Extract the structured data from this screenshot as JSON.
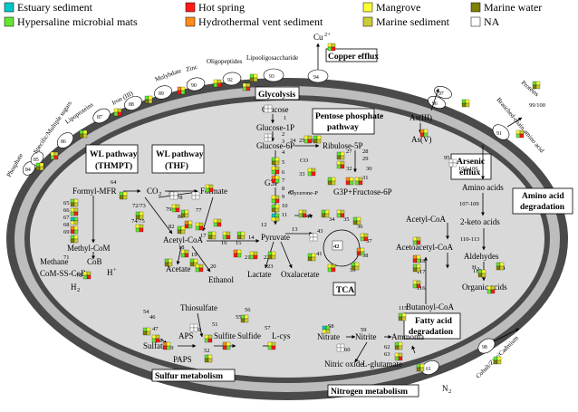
{
  "legend": [
    {
      "label": "Estuary sediment",
      "color": "#00c8c8"
    },
    {
      "label": "Hot spring",
      "color": "#ff1a1a"
    },
    {
      "label": "Mangrove",
      "color": "#ffff33"
    },
    {
      "label": "Marine water",
      "color": "#808000"
    },
    {
      "label": "Hypersaline microbial mats",
      "color": "#66e633"
    },
    {
      "label": "Hydrothermal vent sediment",
      "color": "#ff8c1a"
    },
    {
      "label": "Marine sediment",
      "color": "#cccc33"
    },
    {
      "label": "NA",
      "color": "#ffffff"
    }
  ],
  "pathways": {
    "wl_thmpt": "WL pathway\n(THMPT)",
    "wl_thf": "WL pathway\n(THF)",
    "glycolysis": "Glycolysis",
    "pentose": "Pentose phosphate\npathway",
    "arsenic": "Arsenic\nefflux",
    "amino": "Amino acid\ndegradation",
    "copper": "Copper efflux",
    "tca": "TCA",
    "fatty": "Fatty acid\ndegradation",
    "sulfur": "Sulfur metabolism",
    "nitrogen": "Nitrogen metabolism"
  },
  "compounds": {
    "glucose": "Glucose",
    "glucose1p": "Glucose-1P",
    "glucose6p": "Glucose-6P",
    "ribulose5p": "Ribulose-5P",
    "g3p": "G3P",
    "glycerone": "Glycerone-P",
    "g3pfru": "G3P+Fructose-6P",
    "pyruvate": "Pyruvate",
    "lactate": "Lactate",
    "oxaloacetate": "Oxalacetate",
    "formylmfr": "Formyl-MFR",
    "co2": "CO",
    "co2_sub": "2",
    "formate": "Formate",
    "acetylcoa": "Acetyl-CoA",
    "acetate": "Acetate",
    "ethanol": "Ethanol",
    "methylcom": "Methyl-CoM",
    "methane": "Methane",
    "cob": "CoB",
    "comsscob": "CoM-SS-CoB",
    "h2": "H",
    "h2_sub": "2",
    "hplus": "H",
    "hplus_sup": "+",
    "asiii": "As(III)",
    "asv": "As(V)",
    "aminoacids": "Amino acids",
    "ketoacids": "2-keto acids",
    "acetylcoa2": "Acetyl-CoA",
    "acetoacetyl": "Acetoacetyl-CoA",
    "aldehydes": "Aldehydes",
    "organic": "Organic acids",
    "butanoyl": "Butanoyl-CoA",
    "thiosulfate": "Thiosulfate",
    "sulfate": "Sulfate",
    "aps": "APS",
    "paps": "PAPS",
    "sulfite": "Sulfite",
    "sulfide": "Sulfide",
    "lcys": "L-cys",
    "nitrate": "Nitrate",
    "nitrite": "Nitrite",
    "ammonia": "Ammonia",
    "nitricoxide": "Nitric oxide",
    "lglutamate": "L-glutamate",
    "n2": "N",
    "n2_sub": "2",
    "cu": "Cu",
    "cu_sup": "2+",
    "co": "CO",
    "h2b": "H",
    "h2b_sub": "2"
  },
  "transporters": {
    "phosphate": "Phosphate",
    "specific": "Specific/Multiple\nsugars",
    "lipoproteins": "Lipoproteins",
    "iron": "Iron (III)",
    "molybdate": "Molybdate",
    "zinc": "Zinc",
    "oligopeptides": "Oligopeptides",
    "lipo": "Lipooligosaccharide",
    "proteins": "Proteins",
    "branched": "Branched-chain\namino acid",
    "cobalt": "Cobalt/Zinc/Cadmium"
  },
  "ovals": [
    "84",
    "85",
    "86",
    "87",
    "88",
    "89",
    "90",
    "92",
    "93",
    "94",
    "96",
    "97",
    "91",
    "98",
    "61"
  ],
  "range_labels": [
    "101-106",
    "107-109",
    "110-113",
    "99/100"
  ],
  "step_numbers": [
    "1",
    "2",
    "3",
    "4",
    "5",
    "6",
    "7",
    "8",
    "9",
    "10",
    "11",
    "12",
    "13",
    "14",
    "15",
    "16",
    "17",
    "18",
    "19",
    "20",
    "21",
    "22",
    "23",
    "24",
    "25",
    "26",
    "27",
    "28",
    "29",
    "30",
    "31",
    "32",
    "33",
    "34",
    "35",
    "36",
    "37",
    "38",
    "39",
    "40",
    "41",
    "42",
    "43",
    "44",
    "45",
    "46",
    "47",
    "48",
    "49",
    "50",
    "51",
    "52",
    "53",
    "54",
    "55",
    "56",
    "57",
    "58",
    "59",
    "60",
    "62",
    "63",
    "64",
    "65",
    "66",
    "67",
    "68",
    "69",
    "70",
    "71",
    "72/73",
    "74/75",
    "76",
    "77",
    "78",
    "79",
    "80",
    "81",
    "82",
    "83",
    "95",
    "114",
    "115",
    "116",
    "117",
    "118",
    "119"
  ]
}
